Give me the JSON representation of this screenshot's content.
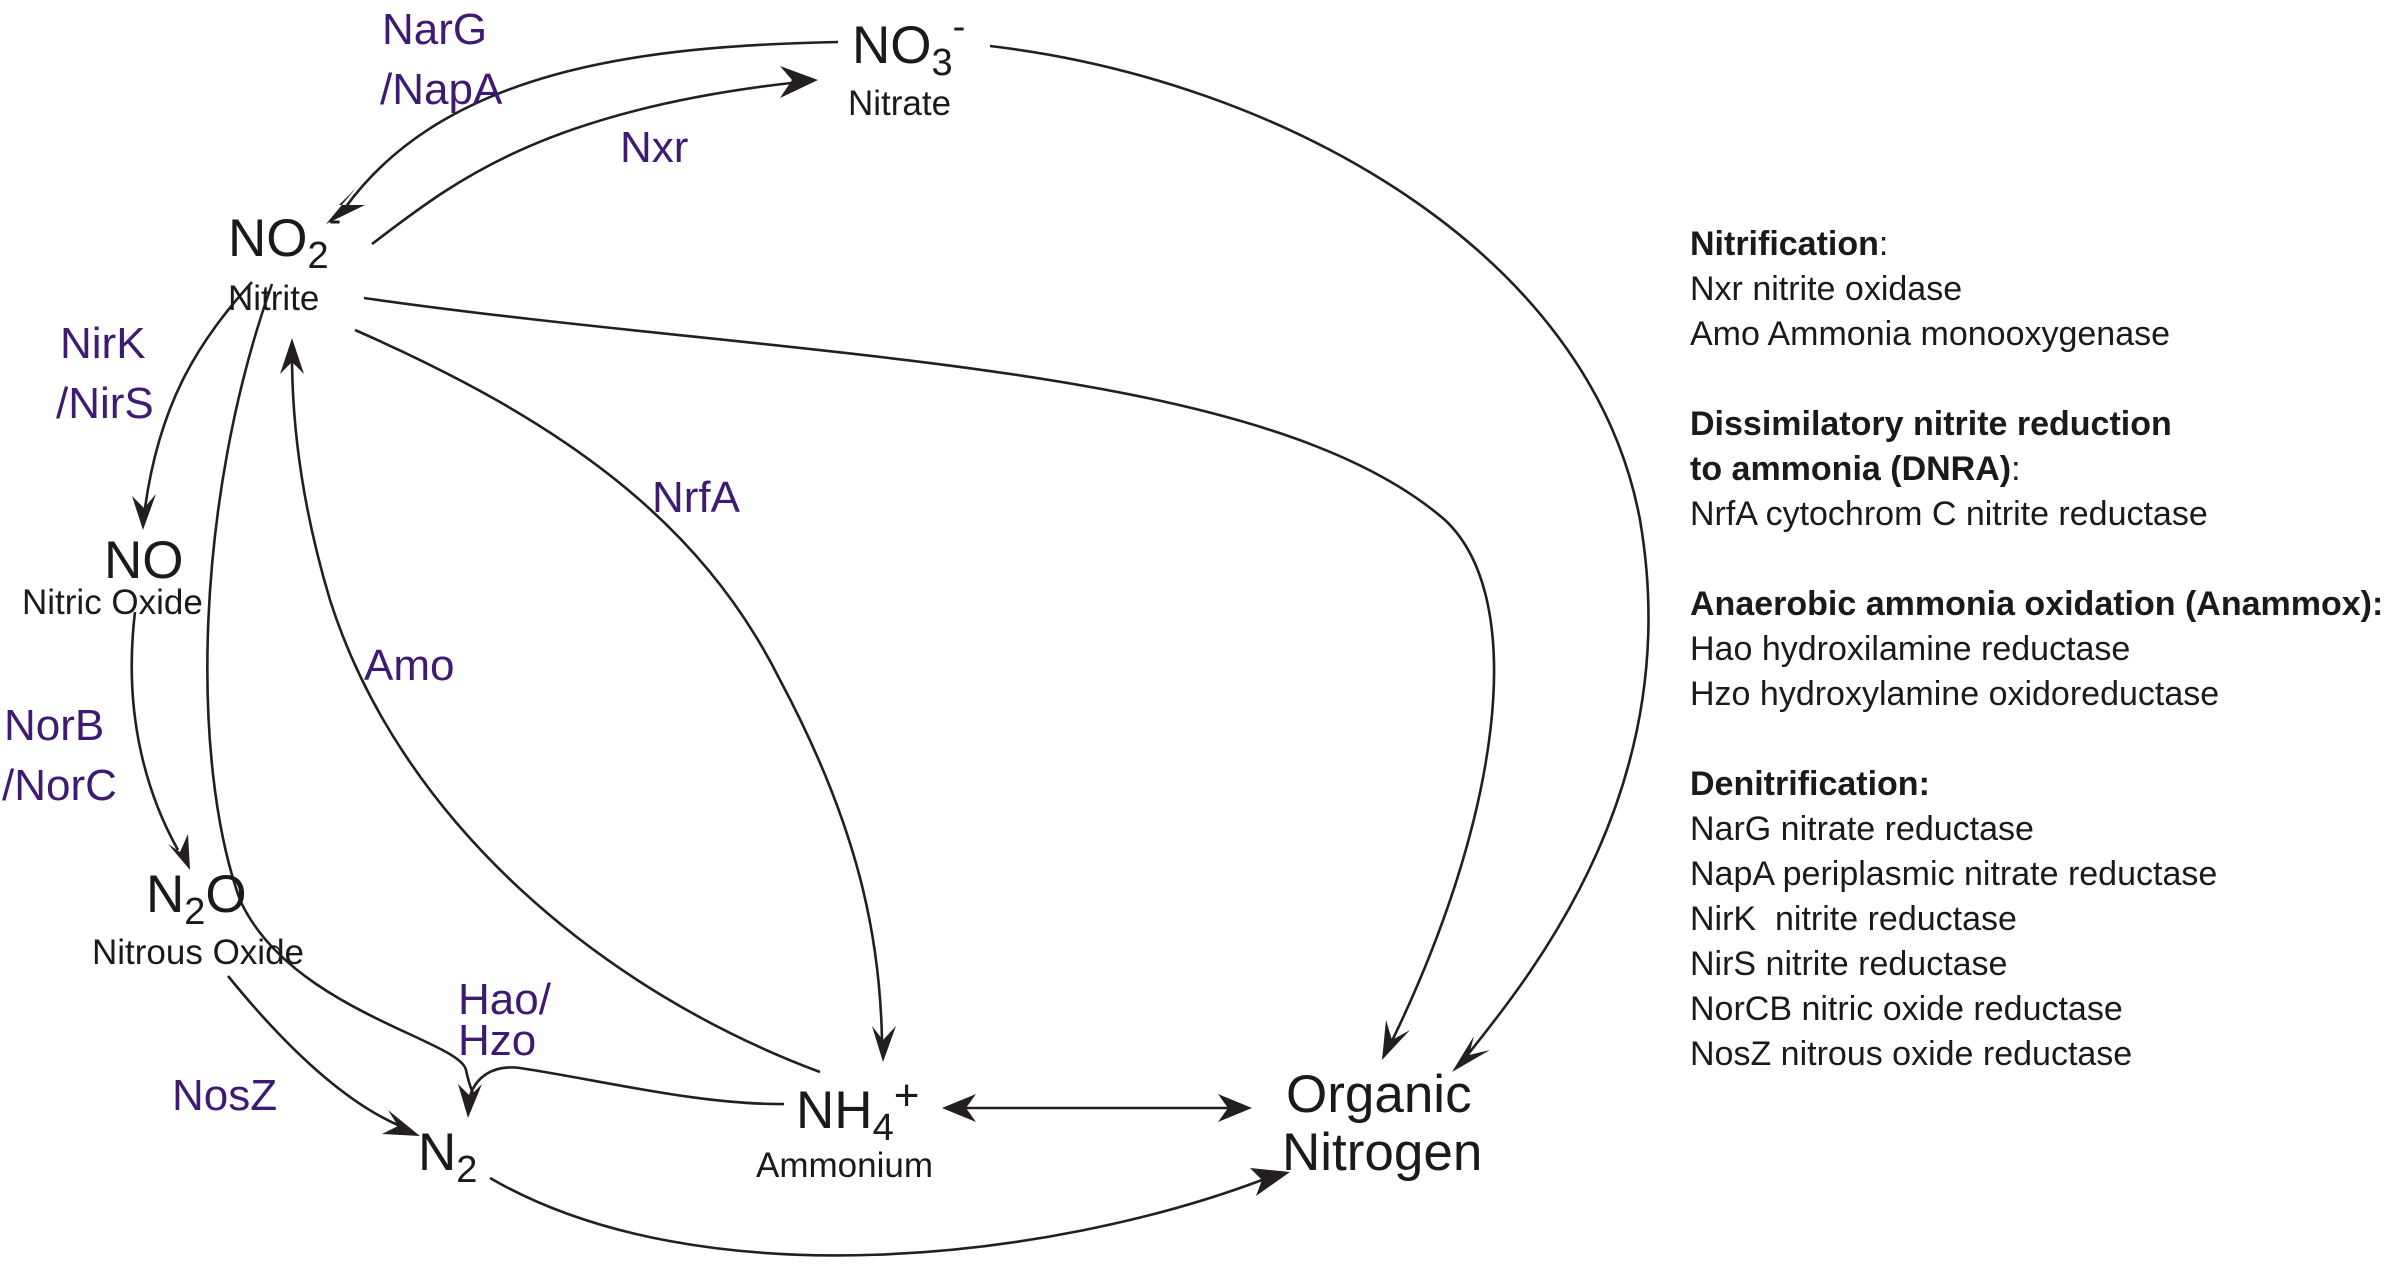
{
  "nodes": {
    "nitrate": {
      "formula_base": "NO",
      "formula_sub": "3",
      "formula_sup": "-",
      "name": "Nitrate"
    },
    "nitrite": {
      "formula_base": "NO",
      "formula_sub": "2",
      "formula_sup": "-",
      "name": "Nitrite"
    },
    "nitric_oxide": {
      "formula": "NO",
      "name": "Nitric Oxide"
    },
    "nitrous_oxide": {
      "formula_base": "N",
      "formula_sub": "2",
      "formula_tail": "O",
      "name": "Nitrous Oxide"
    },
    "dinitrogen": {
      "formula_base": "N",
      "formula_sub": "2"
    },
    "ammonium": {
      "formula_base": "NH",
      "formula_sub": "4",
      "formula_sup": "+",
      "name": "Ammonium"
    },
    "organic_nitrogen": {
      "line1": "Organic",
      "line2": "Nitrogen"
    }
  },
  "enzymes": {
    "narg_napa": {
      "line1": "NarG",
      "line2": "/NapA"
    },
    "nxr": "Nxr",
    "nirk_nirs": {
      "line1": "NirK",
      "line2": "/NirS"
    },
    "norb_norc": {
      "line1": "NorB",
      "line2": "/NorC"
    },
    "nosz": "NosZ",
    "nrfa": "NrfA",
    "amo": "Amo",
    "hao_hzo": {
      "line1": "Hao/",
      "line2": "Hzo"
    }
  },
  "legend": [
    {
      "title": "Nitrification",
      "colon": ":",
      "items": [
        "Nxr nitrite oxidase",
        "Amo Ammonia monooxygenase"
      ]
    },
    {
      "title": "Dissimilatory nitrite reduction",
      "title2": "to ammonia (DNRA)",
      "colon": ":",
      "items": [
        "NrfA cytochrom C nitrite reductase"
      ]
    },
    {
      "title": "Anaerobic ammonia oxidation (Anammox):",
      "colon": "",
      "items": [
        "Hao hydroxilamine reductase",
        "Hzo hydroxylamine oxidoreductase"
      ]
    },
    {
      "title": "Denitrification:",
      "colon": "",
      "items": [
        "NarG nitrate reductase",
        "NapA periplasmic nitrate reductase",
        "NirK  nitrite reductase",
        "NirS nitrite reductase",
        "NorCB nitric oxide reductase",
        "NosZ nitrous oxide reductase"
      ]
    }
  ],
  "colors": {
    "enzyme_text": "#3f1a73",
    "arrow": "#231f20",
    "text": "#1a1a1a"
  }
}
